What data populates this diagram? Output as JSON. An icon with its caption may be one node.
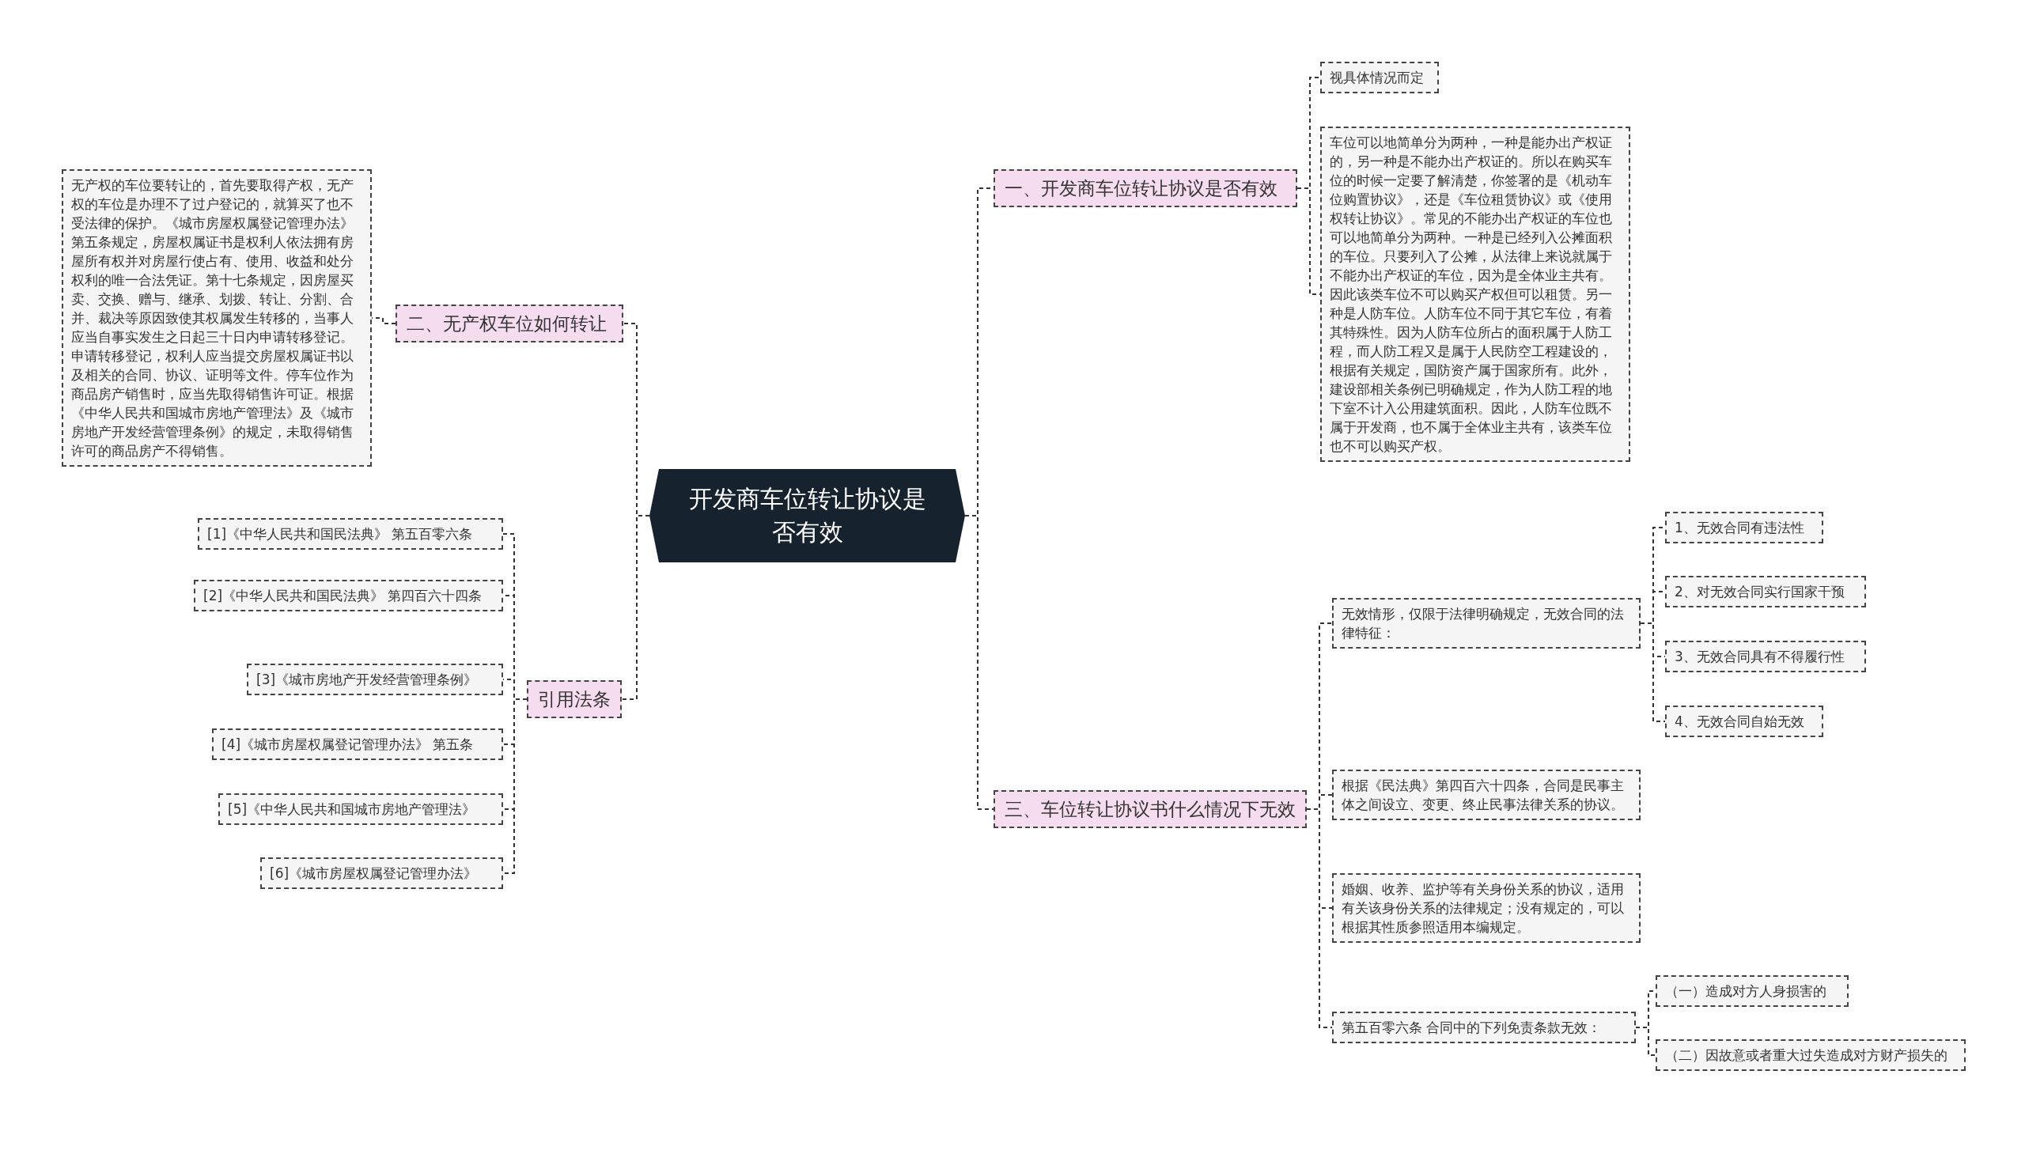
{
  "diagram": {
    "nodes": [
      {
        "text": [
          "开发商车位转让协议是否有效"
        ]
      },
      {
        "text": [
          "一、开发商车位转让协议是否有效"
        ]
      },
      {
        "text": [
          "视具体情况而定"
        ]
      },
      {
        "text": [
          "车位可以地简单分为两种，一种是能办出产权证的，另一种是不能办出产权证的。所以在购买车位的时候一定要了解清楚，你签署的是《机动车位购置协议》，还是《车位租赁协议》或《使用权转让协议》。常见的不能办出产权证的车位也可以地简单分为两种。一种是已经列入公摊面积的车位。只要列入了公摊，从法律上来说就属于不能办出产权证的车位，因为是全体业主共有。因此该类车位不可以购买产权但可以租赁。另一种是人防车位。人防车位不同于其它车位，有着其特殊性。因为人防车位所占的面积属于人防工程，而人防工程又是属于人民防空工程建设的，根据有关规定，国防资产属于国家所有。此外，建设部相关条例已明确规定，作为人防工程的地下室不计入公用建筑面积。因此，人防车位既不属于开发商，也不属于全体业主共有，该类车位也不可以购买产权。"
        ]
      },
      {
        "text": [
          "三、车位转让协议书什么情况下无效"
        ]
      },
      {
        "text": [
          "无效情形，仅限于法律明确规定，无效合同的法律特征："
        ]
      },
      {
        "text": [
          "1、无效合同有违法性"
        ]
      },
      {
        "text": [
          "2、对无效合同实行国家干预"
        ]
      },
      {
        "text": [
          "3、无效合同具有不得履行性"
        ]
      },
      {
        "text": [
          "4、无效合同自始无效"
        ]
      },
      {
        "text": [
          "根据《民法典》第四百六十四条，合同是民事主体之间设立、变更、终止民事法律关系的协议。"
        ]
      },
      {
        "text": [
          "婚姻、收养、监护等有关身份关系的协议，适用有关该身份关系的法律规定；没有规定的，可以根据其性质参照适用本编规定。"
        ]
      },
      {
        "text": [
          "第五百零六条 合同中的下列免责条款无效："
        ]
      },
      {
        "text": [
          "（一）造成对方人身损害的"
        ]
      },
      {
        "text": [
          "（二）因故意或者重大过失造成对方财产损失的"
        ]
      },
      {
        "text": [
          "二、无产权车位如何转让"
        ]
      },
      {
        "text": [
          "无产权的车位要转让的，首先要取得产权，无产权的车位是办理不了过户登记的，就算买了也不受法律的保护。《城市房屋权属登记管理办法》第五条规定，房屋权属证书是权利人依法拥有房屋所有权并对房屋行使占有、使用、收益和处分权利的唯一合法凭证。第十七条规定，因房屋买卖、交换、赠与、继承、划拨、转让、分割、合并、裁决等原因致使其权属发生转移的，当事人应当自事实发生之日起三十日内申请转移登记。申请转移登记，权利人应当提交房屋权属证书以及相关的合同、协议、证明等文件。停车位作为商品房产销售时，应当先取得销售许可证。根据《中华人民共和国城市房地产管理法》及《城市房地产开发经营管理条例》的规定，未取得销售许可的商品房产不得销售。"
        ]
      },
      {
        "text": [
          "引用法条"
        ]
      },
      {
        "text": [
          "[1]《中华人民共和国民法典》 第五百零六条"
        ]
      },
      {
        "text": [
          "[2]《中华人民共和国民法典》 第四百六十四条"
        ]
      },
      {
        "text": [
          "[3]《城市房地产开发经营管理条例》"
        ]
      },
      {
        "text": [
          "[4]《城市房屋权属登记管理办法》 第五条"
        ]
      },
      {
        "text": [
          "[5]《中华人民共和国城市房地产管理法》"
        ]
      },
      {
        "text": [
          "[6]《城市房屋权属登记管理办法》"
        ]
      }
    ],
    "edges": [
      {
        "from": 0,
        "to": 1,
        "arrow": "none"
      },
      {
        "from": 1,
        "to": 2,
        "arrow": "none"
      },
      {
        "from": 1,
        "to": 3,
        "arrow": "none"
      },
      {
        "from": 0,
        "to": 4,
        "arrow": "none"
      },
      {
        "from": 4,
        "to": 5,
        "arrow": "none"
      },
      {
        "from": 5,
        "to": 6,
        "arrow": "none"
      },
      {
        "from": 5,
        "to": 7,
        "arrow": "none"
      },
      {
        "from": 5,
        "to": 8,
        "arrow": "none"
      },
      {
        "from": 5,
        "to": 9,
        "arrow": "none"
      },
      {
        "from": 4,
        "to": 10,
        "arrow": "none"
      },
      {
        "from": 4,
        "to": 11,
        "arrow": "none"
      },
      {
        "from": 4,
        "to": 12,
        "arrow": "none"
      },
      {
        "from": 12,
        "to": 13,
        "arrow": "none"
      },
      {
        "from": 12,
        "to": 14,
        "arrow": "none"
      },
      {
        "from": 0,
        "to": 15,
        "arrow": "none"
      },
      {
        "from": 15,
        "to": 16,
        "arrow": "none"
      },
      {
        "from": 0,
        "to": 17,
        "arrow": "none"
      },
      {
        "from": 17,
        "to": 18,
        "arrow": "none"
      },
      {
        "from": 17,
        "to": 19,
        "arrow": "none"
      },
      {
        "from": 17,
        "to": 20,
        "arrow": "none"
      },
      {
        "from": 17,
        "to": 21,
        "arrow": "none"
      },
      {
        "from": 17,
        "to": 22,
        "arrow": "none"
      },
      {
        "from": 17,
        "to": 23,
        "arrow": "none"
      }
    ]
  }
}
